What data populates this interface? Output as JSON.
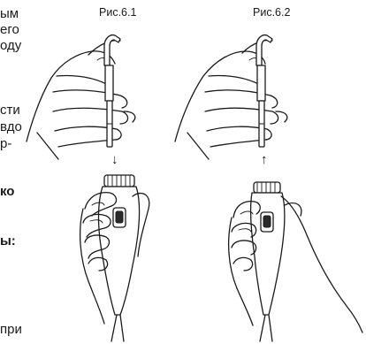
{
  "figures": [
    {
      "caption": "Рис.6.1",
      "arrow": "↓"
    },
    {
      "caption": "Рис.6.2",
      "arrow": "↑"
    }
  ],
  "left_text_fragments": [
    {
      "text": "ым",
      "bold": false
    },
    {
      "text": "его",
      "bold": false
    },
    {
      "text": "оду",
      "bold": false
    },
    {
      "text": "сти",
      "bold": false
    },
    {
      "text": "вдо",
      "bold": false
    },
    {
      "text": "р-",
      "bold": false
    },
    {
      "text": "ко",
      "bold": true
    },
    {
      "text": "ы:",
      "bold": true
    },
    {
      "text": "при",
      "bold": false
    }
  ]
}
